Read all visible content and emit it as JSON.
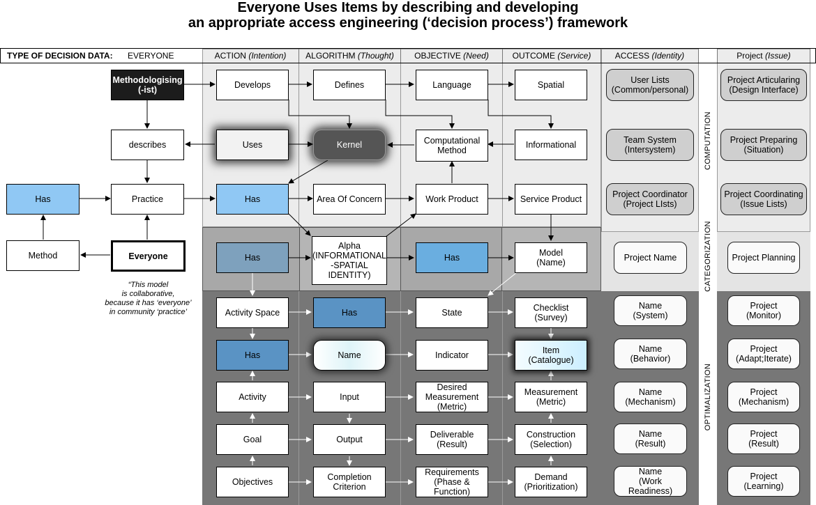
{
  "title": {
    "line1": "Everyone Uses Items by describing and developing",
    "line2": "an appropriate access engineering (‘decision process’) framework"
  },
  "header": {
    "type_label": "TYPE OF DECISION DATA:",
    "type_value": "EVERYONE",
    "columns": [
      {
        "name": "ACTION",
        "qualifier": "(Intention)"
      },
      {
        "name": "ALGORITHM",
        "qualifier": "(Thought)"
      },
      {
        "name": "OBJECTIVE",
        "qualifier": "(Need)"
      },
      {
        "name": "OUTCOME",
        "qualifier": "(Service)"
      },
      {
        "name": "ACCESS",
        "qualifier": "(Identity)"
      },
      {
        "name": "Project",
        "qualifier": "(Issue)"
      }
    ]
  },
  "side_labels": {
    "computation": "COMPUTATION",
    "categorization": "CATEGORIZATION",
    "optimalization": "OPTIMALIZATION"
  },
  "left_nodes": {
    "methodologising": "Methodologising\n(-ist)",
    "describes": "describes",
    "practice": "Practice",
    "has": "Has",
    "method": "Method",
    "everyone": "Everyone"
  },
  "quote": "“This model\nis collaborative,\nbecause it has ‘everyone’\nin community ‘practice’",
  "grid": {
    "action": [
      "Develops",
      "Uses",
      "Has",
      "Has",
      "Activity Space",
      "Has",
      "Activity",
      "Goal",
      "Objectives"
    ],
    "algorithm": [
      "Defines",
      "Kernel",
      "Area Of Concern",
      "Alpha\n(INFORMATIONAL\n-SPATIAL\nIDENTITY)",
      "Has",
      "Name",
      "Input",
      "Output",
      "Completion\nCriterion"
    ],
    "objective": [
      "Language",
      "Computational\nMethod",
      "Work Product",
      "Has",
      "State",
      "Indicator",
      "Desired\nMeasurement\n(Metric)",
      "Deliverable\n(Result)",
      "Requirements\n(Phase & Function)"
    ],
    "outcome": [
      "Spatial",
      "Informational",
      "Service Product",
      "Model\n(Name)",
      "Checklist\n(Survey)",
      "Item\n(Catalogue)",
      "Measurement\n(Metric)",
      "Construction\n(Selection)",
      "Demand\n(Prioritization)"
    ]
  },
  "access": [
    "User Lists\n(Common/personal)",
    "Team System\n(Intersystem)",
    "Project Coordinator\n(Project LIsts)",
    "Project Name",
    "Name\n(System)",
    "Name\n(Behavior)",
    "Name\n(Mechanism)",
    "Name\n(Result)",
    "Name\n(Work Readiness)"
  ],
  "project": [
    "Project Articularing\n(Design Interface)",
    "Project Preparing\n(Situation)",
    "Project Coordinating\n(Issue Lists)",
    "Project Planning",
    "Project\n(Monitor)",
    "Project\n(Adapt;Iterate)",
    "Project\n(Mechanism)",
    "Project\n(Result)",
    "Project\n(Learning)"
  ],
  "colors": {
    "dark_band": "#777777",
    "light_band": "#ececec",
    "mid_band": "#b5b5b5",
    "blue_light": "#90c8f4",
    "blue_deep": "#5a93c4"
  }
}
